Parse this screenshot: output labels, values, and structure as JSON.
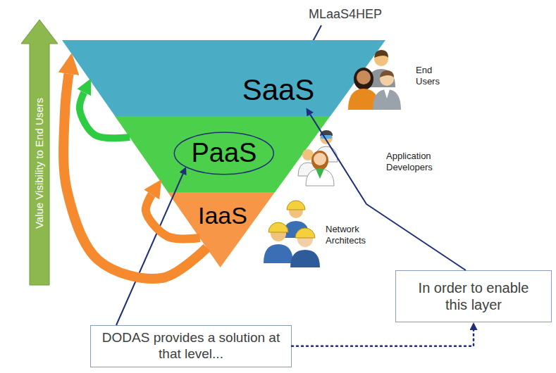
{
  "diagram": {
    "nodes": [
      {
        "text": [
          "SaaS"
        ]
      },
      {
        "text": [
          "PaaS"
        ]
      },
      {
        "text": [
          "IaaS"
        ]
      },
      {
        "text": [
          "DODAS provides a solution at that level..."
        ]
      },
      {
        "text": [
          "In order to enable this layer"
        ]
      }
    ],
    "edges": [
      {
        "from": 4,
        "to": 0,
        "arrow": "to"
      },
      {
        "from": 3,
        "to": 1,
        "arrow": "to"
      },
      {
        "from": 3,
        "to": 4,
        "arrow": "to"
      },
      {
        "from": 2,
        "to": 0,
        "arrow": "to"
      },
      {
        "from": 2,
        "to": 1,
        "arrow": "to"
      },
      {
        "from": 1,
        "to": 0,
        "arrow": "to"
      }
    ],
    "labels": [
      "MLaaS4HEP",
      "Value Visibility to End Users",
      "End Users",
      "Application Developers",
      "Network Architects"
    ]
  }
}
